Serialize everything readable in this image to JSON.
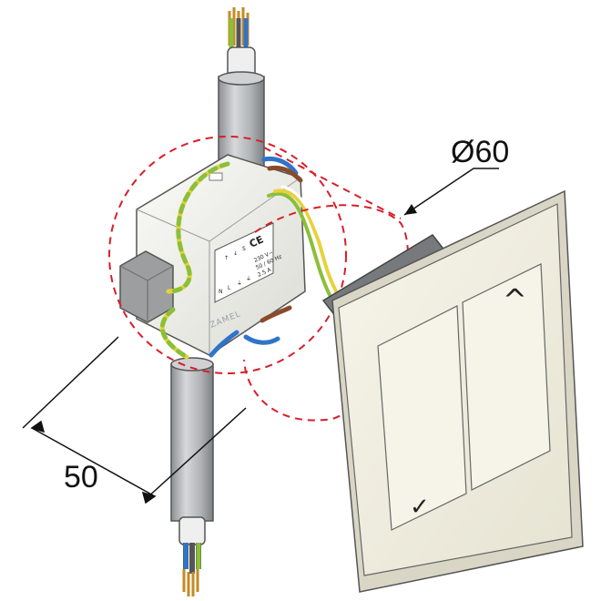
{
  "dimensions": {
    "diameter_label": "Ø60",
    "width_label": "50"
  },
  "module": {
    "brand": "ZAMEL",
    "ce_mark": "CE",
    "terminals": [
      "N",
      "L",
      "⏚",
      "⏚"
    ],
    "switch_terminals": [
      "↑",
      "↓",
      "S"
    ],
    "rating_lines": [
      "230 V~",
      "50 / 60 Hz",
      "2.5 A"
    ]
  },
  "switch": {
    "up_symbol": "^",
    "down_symbol": "✓"
  },
  "colors": {
    "dash": "#d81e2a",
    "cable": "#b9bcbe",
    "switch_face": "#f1efe2",
    "module_body": "#f3f3ef",
    "wire_green": "#8bbf3a",
    "wire_yellow": "#e7d23a",
    "wire_blue": "#2f74c9",
    "wire_brown": "#8a4b2b"
  }
}
